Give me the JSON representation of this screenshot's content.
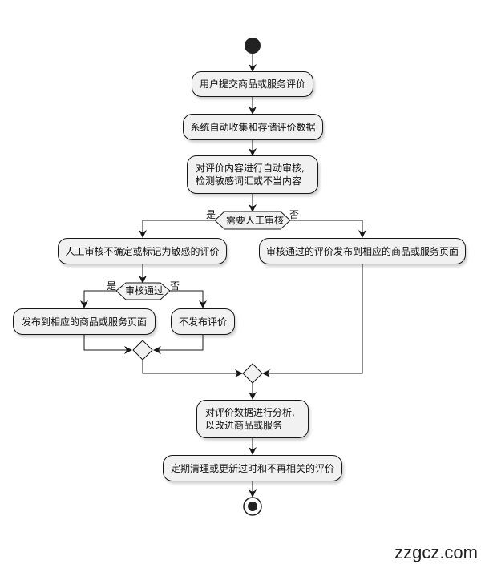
{
  "activities": {
    "submit": "用户提交商品或服务评价",
    "collect": "系统自动收集和存储评价数据",
    "review_line1": "对评价内容进行自动审核,",
    "review_line2": "检测敏感词汇或不当内容",
    "manual_mark": "人工审核不确定或标记为敏感的评价",
    "publish_direct": "审核通过的评价发布到相应的商品或服务页面",
    "publish_after_manual": "发布到相应的商品或服务页面",
    "not_publish": "不发布评价",
    "analyze_line1": "对评价数据进行分析,",
    "analyze_line2": "以改进商品或服务",
    "cleanup": "定期清理或更新过时和不再相关的评价"
  },
  "decisions": {
    "need_manual": {
      "label": "需要人工审核",
      "yes": "是",
      "no": "否"
    },
    "review_passed": {
      "label": "审核通过",
      "yes": "是",
      "no": "否"
    }
  },
  "watermark": "zzgcz.com"
}
